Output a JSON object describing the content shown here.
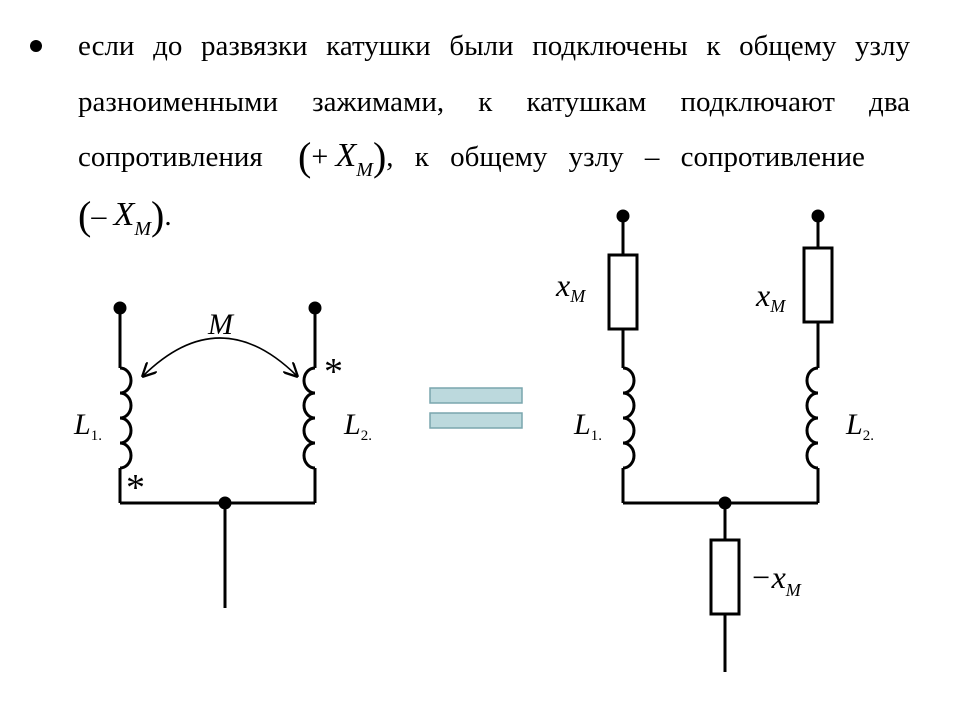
{
  "text": {
    "line1": "если до развязки катушки были подключены к общему узлу",
    "line2": "разноименными зажимами, к катушкам подключают два",
    "line3_a": "сопротивления",
    "line3_b": ", к общему узлу – сопротивление",
    "line4_end": "."
  },
  "formula_plus": {
    "open": "(",
    "sign": "+",
    "var": "X",
    "sub": "M",
    "close": ")"
  },
  "formula_minus": {
    "open": "(",
    "sign": "–",
    "var": "X",
    "sub": "M",
    "close": ")"
  },
  "diagram": {
    "left": {
      "mutual": "M",
      "l1": "L",
      "l1_sub": "1.",
      "l2": "L",
      "l2_sub": "2.",
      "star": "*"
    },
    "right": {
      "x": "x",
      "x_sub": "M",
      "neg": "−x",
      "neg_sub": "M",
      "l1": "L",
      "l1_sub": "1.",
      "l2": "L",
      "l2_sub": "2."
    },
    "equals_color": "#bcd9dd",
    "equals_border": "#7aa6ad"
  }
}
